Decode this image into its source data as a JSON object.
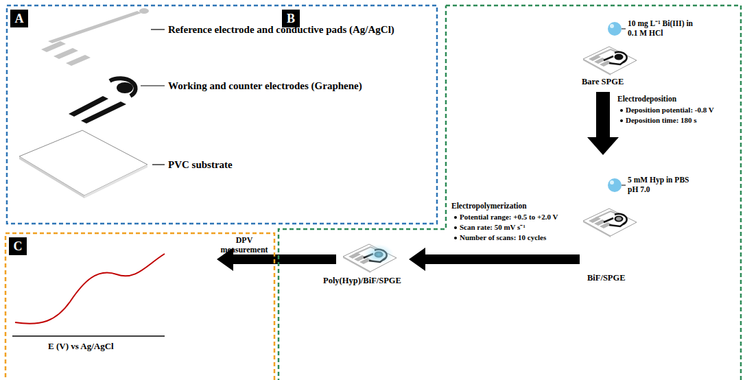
{
  "diagram": {
    "nodes": [
      {
        "text": [
          "A"
        ]
      },
      {
        "text": [
          "B"
        ]
      },
      {
        "text": [
          "C"
        ]
      }
    ],
    "labels": [
      "Reference electrode and conductive pads (Ag/AgCl)",
      "Working and counter electrodes (Graphene)",
      "PVC substrate",
      "10 mg L⁻¹ Bi(III) in 0.1 M HCl",
      "Bare SPGE",
      "Electrodeposition",
      "Deposition potential: -0.8 V",
      "Deposition time: 180 s",
      "5 mM Hyp in PBS pH 7.0",
      "BiF/SPGE",
      "Electropolymerization",
      "Potential range: +0.5 to +2.0 V",
      "Scan rate: 50 mV s⁻¹",
      "Number of scans: 10 cycles",
      "Poly(Hyp)/BiF/SPGE",
      "DPV measurement",
      "E (V) vs Ag/AgCl"
    ]
  }
}
